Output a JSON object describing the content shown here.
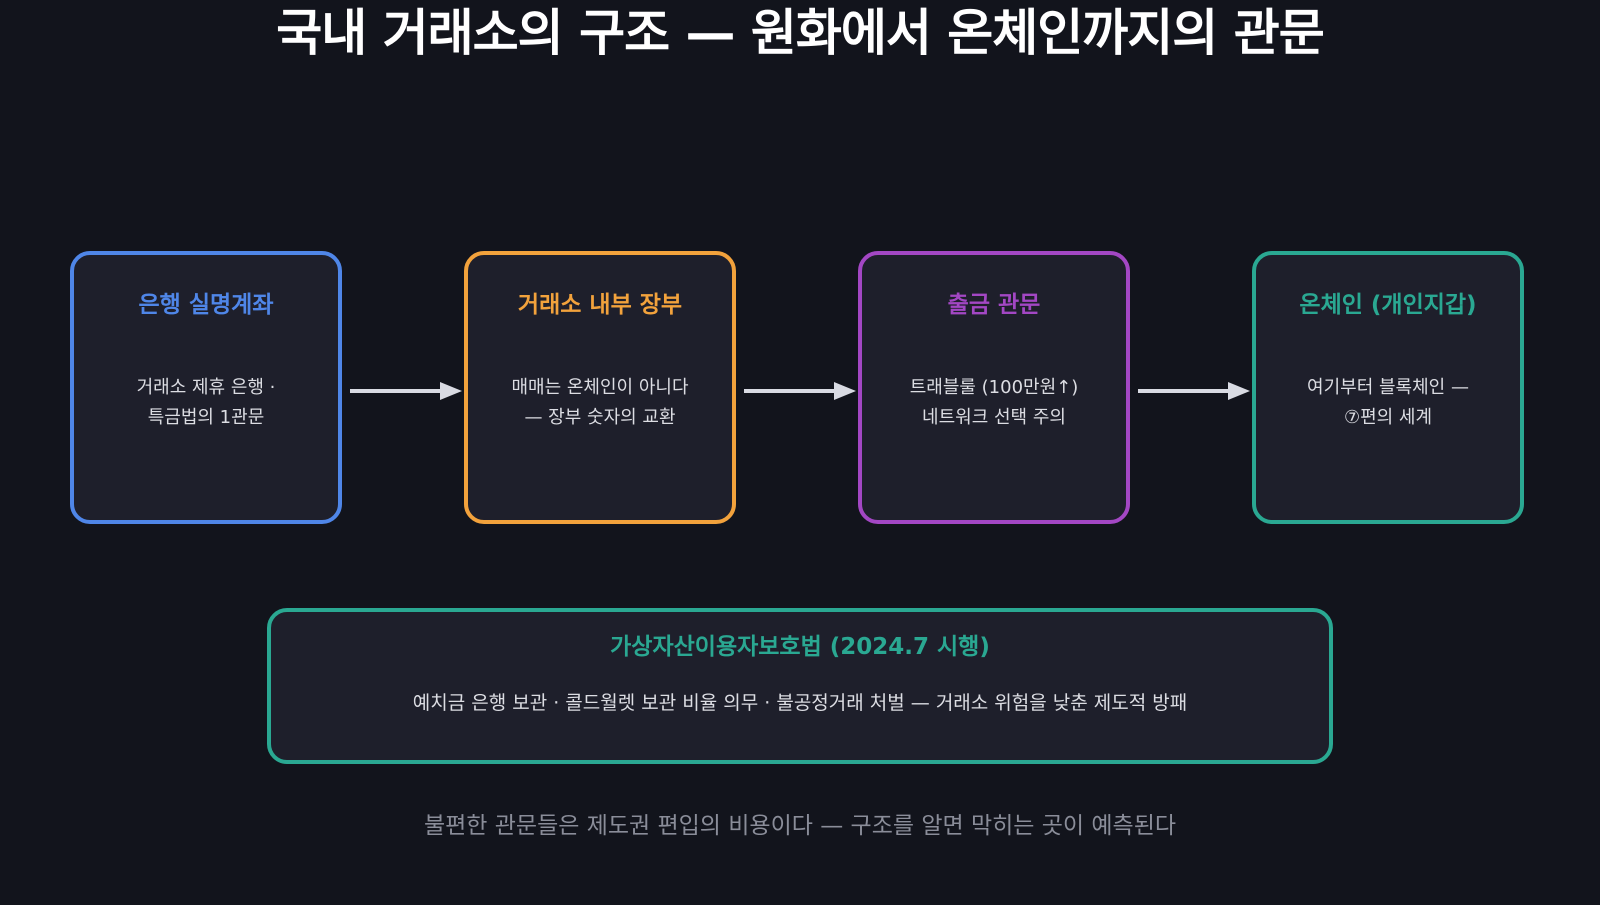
{
  "title": "국내 거래소의 구조 — 원화에서 온체인까지의 관문",
  "stages": [
    {
      "title": "은행 실명계좌",
      "lines": [
        "거래소 제휴 은행 ·",
        "특금법의 1관문"
      ],
      "color": "#4f86e8"
    },
    {
      "title": "거래소 내부 장부",
      "lines": [
        "매매는 온체인이 아니다",
        "— 장부 숫자의 교환"
      ],
      "color": "#f2a23c"
    },
    {
      "title": "출금 관문",
      "lines": [
        "트래블룰 (100만원↑)",
        "네트워크 선택 주의"
      ],
      "color": "#a347c4"
    },
    {
      "title": "온체인 (개인지갑)",
      "lines": [
        "여기부터 블록체인 —",
        "⑦편의 세계"
      ],
      "color": "#2aa892"
    }
  ],
  "law": {
    "title": "가상자산이용자보호법 (2024.7 시행)",
    "desc": "예치금 은행 보관 · 콜드월렛 보관 비율 의무 · 불공정거래 처벌 — 거래소 위험을 낮춘 제도적 방패",
    "color": "#2aa892"
  },
  "footer": "불편한 관문들은 제도권 편입의 비용이다 — 구조를 알면 막히는 곳이 예측된다",
  "arrow_color": "#d9dbe3"
}
